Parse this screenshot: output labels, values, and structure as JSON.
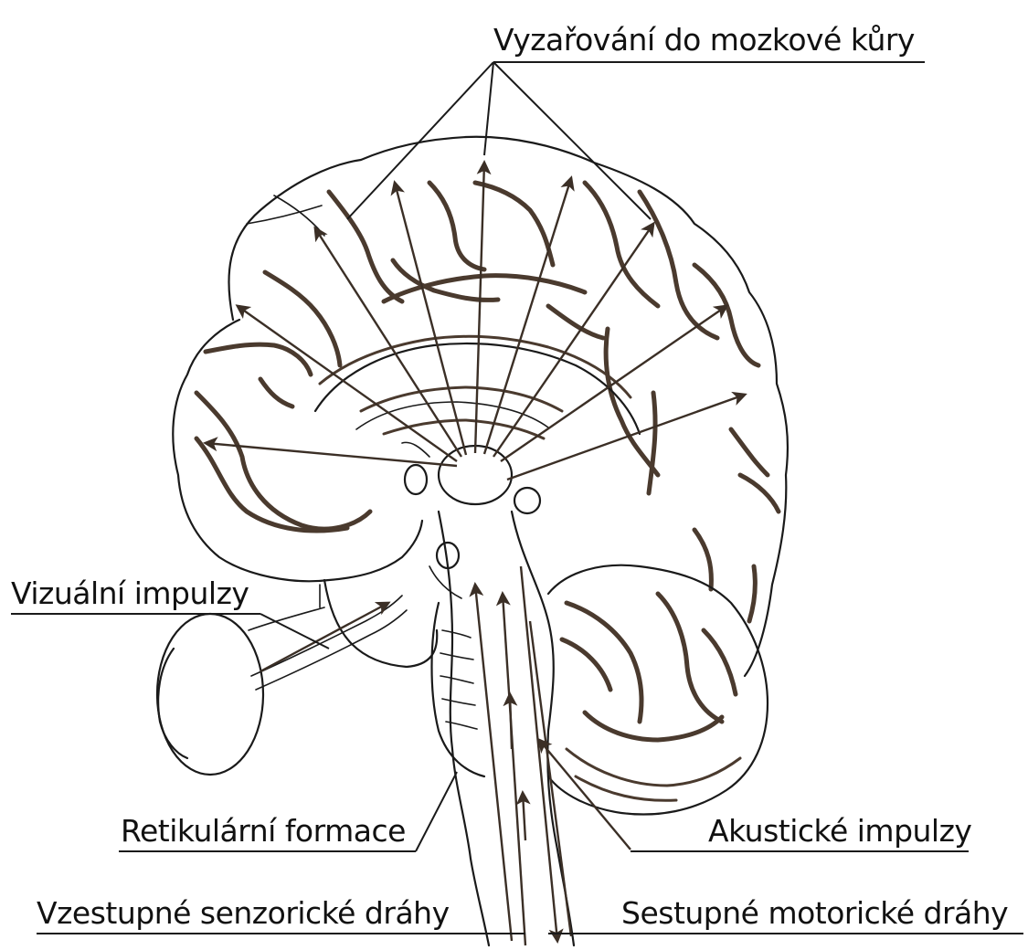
{
  "labels": {
    "radiation_to_cortex": "Vyzařování do mozkové kůry",
    "visual_impulses": "Vizuální impulzy",
    "reticular_formation": "Retikulární formace",
    "acoustic_impulses": "Akustické impulzy",
    "ascending_sensory_paths": "Vzestupné senzorické dráhy",
    "descending_motor_paths": "Sestupné motorické dráhy"
  },
  "colors": {
    "line": "#1a1a1a",
    "sulcus_shading": "#4a3a2e",
    "arrows": "#3b2f26",
    "background": "#ffffff"
  }
}
